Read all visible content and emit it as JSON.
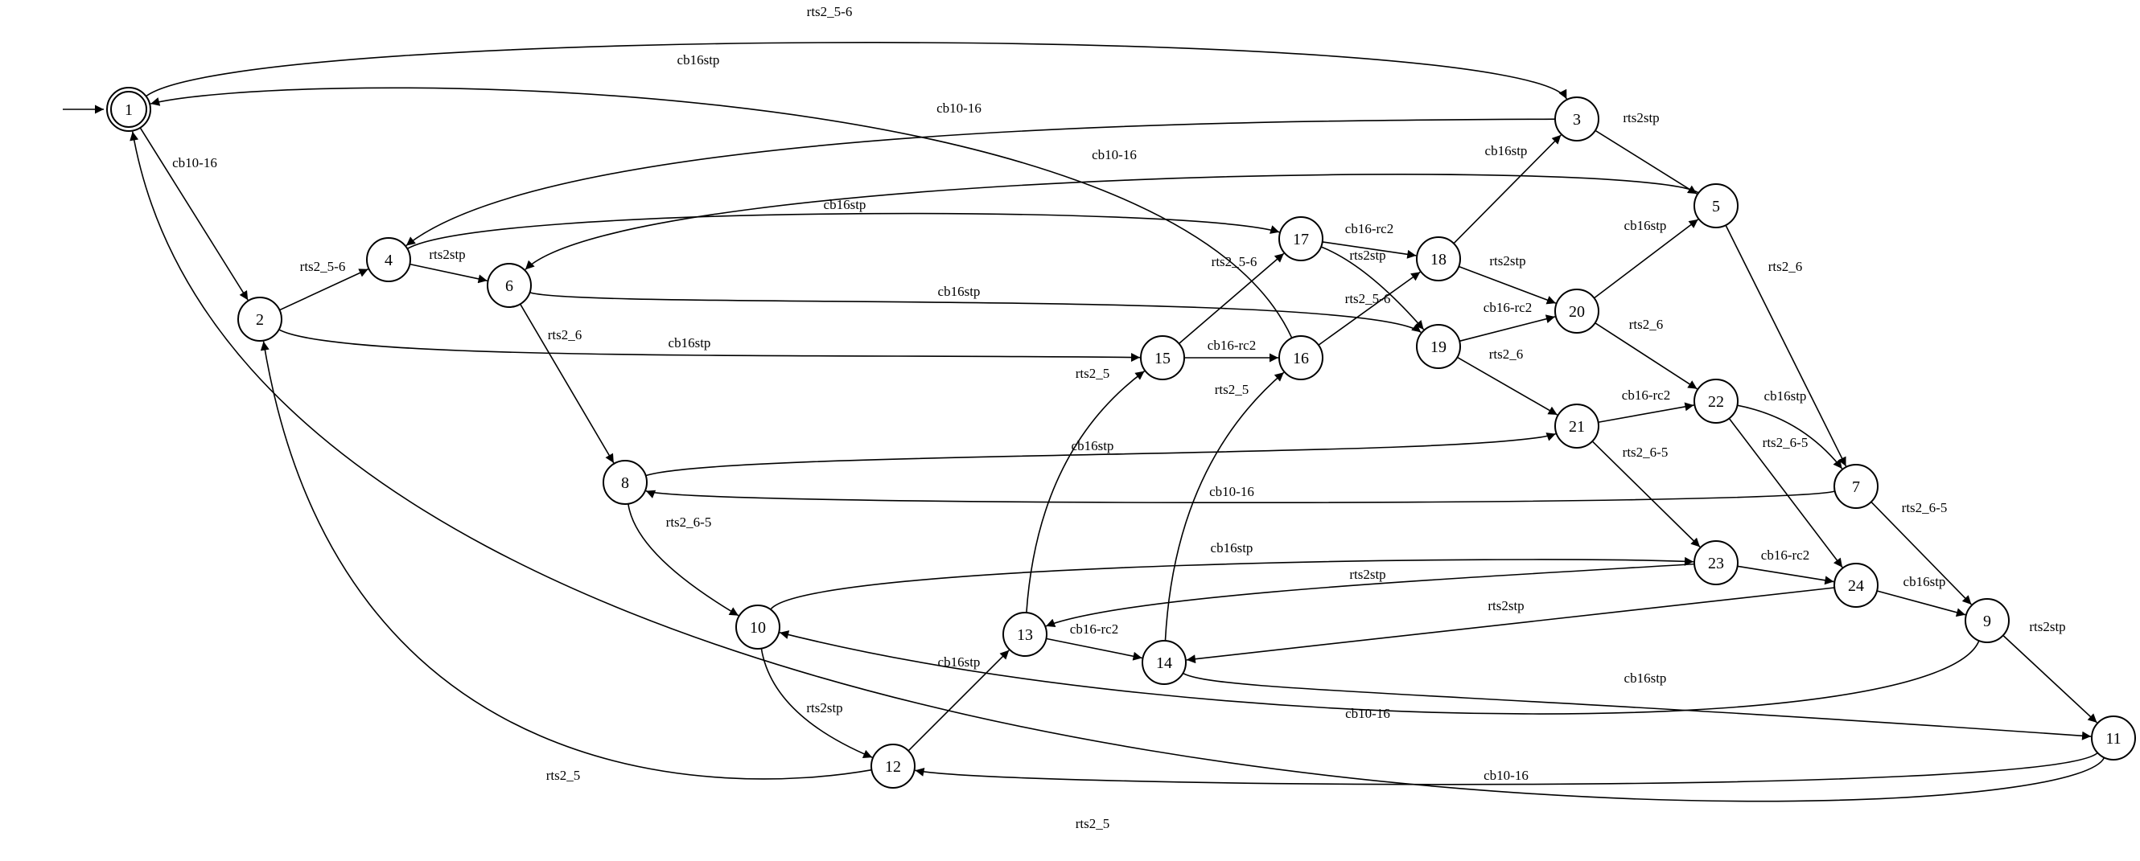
{
  "diagram": {
    "type": "state-machine",
    "initial_state": "1",
    "accepting_states": [
      "1"
    ],
    "colors": {
      "stroke": "#000000",
      "background": "#ffffff"
    },
    "states": [
      "1",
      "2",
      "3",
      "4",
      "5",
      "6",
      "7",
      "8",
      "9",
      "10",
      "11",
      "12",
      "13",
      "14",
      "15",
      "16",
      "17",
      "18",
      "19",
      "20",
      "21",
      "22",
      "23",
      "24"
    ],
    "transitions": [
      {
        "from": "1",
        "to": "3",
        "label": "rts2_5-6"
      },
      {
        "from": "16",
        "to": "1",
        "label": "cb16stp"
      },
      {
        "from": "3",
        "to": "4",
        "label": "cb10-16"
      },
      {
        "from": "1",
        "to": "2",
        "label": "cb10-16"
      },
      {
        "from": "5",
        "to": "6",
        "label": "cb10-16"
      },
      {
        "from": "3",
        "to": "5",
        "label": "rts2stp"
      },
      {
        "from": "18",
        "to": "3",
        "label": "cb16stp"
      },
      {
        "from": "4",
        "to": "17",
        "label": "cb16stp"
      },
      {
        "from": "2",
        "to": "4",
        "label": "rts2_5-6"
      },
      {
        "from": "4",
        "to": "6",
        "label": "rts2stp"
      },
      {
        "from": "17",
        "to": "18",
        "label": "cb16-rc2"
      },
      {
        "from": "17",
        "to": "19",
        "label": "rts2stp"
      },
      {
        "from": "15",
        "to": "17",
        "label": "rts2_5-6"
      },
      {
        "from": "18",
        "to": "20",
        "label": "rts2stp"
      },
      {
        "from": "20",
        "to": "5",
        "label": "cb16stp"
      },
      {
        "from": "5",
        "to": "7",
        "label": "rts2_6"
      },
      {
        "from": "6",
        "to": "19",
        "label": "cb16stp"
      },
      {
        "from": "16",
        "to": "18",
        "label": "rts2_5-6"
      },
      {
        "from": "19",
        "to": "20",
        "label": "cb16-rc2"
      },
      {
        "from": "20",
        "to": "22",
        "label": "rts2_6"
      },
      {
        "from": "2",
        "to": "15",
        "label": "cb16stp"
      },
      {
        "from": "15",
        "to": "16",
        "label": "cb16-rc2"
      },
      {
        "from": "6",
        "to": "8",
        "label": "rts2_6"
      },
      {
        "from": "19",
        "to": "21",
        "label": "rts2_6"
      },
      {
        "from": "13",
        "to": "15",
        "label": "rts2_5"
      },
      {
        "from": "14",
        "to": "16",
        "label": "rts2_5"
      },
      {
        "from": "21",
        "to": "22",
        "label": "cb16-rc2"
      },
      {
        "from": "22",
        "to": "7",
        "label": "cb16stp"
      },
      {
        "from": "8",
        "to": "21",
        "label": "cb16stp"
      },
      {
        "from": "21",
        "to": "23",
        "label": "rts2_6-5"
      },
      {
        "from": "22",
        "to": "24",
        "label": "rts2_6-5"
      },
      {
        "from": "7",
        "to": "8",
        "label": "cb10-16"
      },
      {
        "from": "8",
        "to": "10",
        "label": "rts2_6-5"
      },
      {
        "from": "7",
        "to": "9",
        "label": "rts2_6-5"
      },
      {
        "from": "10",
        "to": "23",
        "label": "cb16stp"
      },
      {
        "from": "23",
        "to": "24",
        "label": "cb16-rc2"
      },
      {
        "from": "23",
        "to": "13",
        "label": "rts2stp"
      },
      {
        "from": "24",
        "to": "9",
        "label": "cb16stp"
      },
      {
        "from": "24",
        "to": "14",
        "label": "rts2stp"
      },
      {
        "from": "13",
        "to": "14",
        "label": "cb16-rc2"
      },
      {
        "from": "12",
        "to": "13",
        "label": "cb16stp"
      },
      {
        "from": "9",
        "to": "11",
        "label": "rts2stp"
      },
      {
        "from": "14",
        "to": "11",
        "label": "cb16stp"
      },
      {
        "from": "9",
        "to": "10",
        "label": "cb10-16"
      },
      {
        "from": "10",
        "to": "12",
        "label": "rts2stp"
      },
      {
        "from": "12",
        "to": "2",
        "label": "rts2_5"
      },
      {
        "from": "11",
        "to": "12",
        "label": "cb10-16"
      },
      {
        "from": "11",
        "to": "1",
        "label": "rts2_5"
      }
    ]
  }
}
